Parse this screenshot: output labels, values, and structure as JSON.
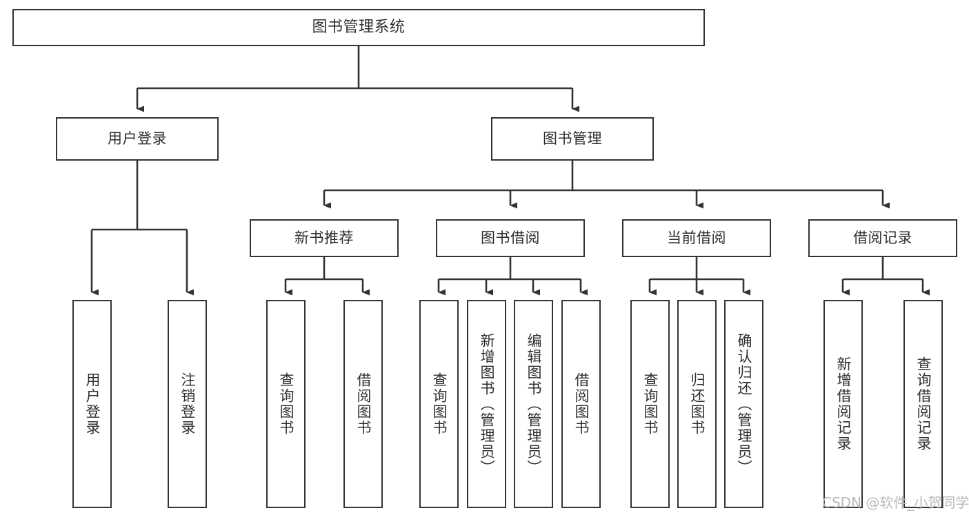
{
  "diagram": {
    "title": "图书管理系统",
    "type": "tree",
    "orientation": "top-down",
    "colors": {
      "node_border": "#333333",
      "node_fill": "#ffffff",
      "edge": "#333333",
      "text": "#2f2f2f",
      "watermark": "#b9b9b9",
      "background": "#ffffff"
    }
  },
  "watermark": {
    "text": "CSDN @软件_小贺同学"
  },
  "nodes": {
    "root": {
      "label": "图书管理系统",
      "level": 0
    },
    "level1": [
      {
        "id": "user-login",
        "label": "用户登录"
      },
      {
        "id": "book-manage",
        "label": "图书管理"
      }
    ],
    "level2": [
      {
        "id": "new-book-recommend",
        "label": "新书推荐"
      },
      {
        "id": "book-borrow",
        "label": "图书借阅"
      },
      {
        "id": "current-borrow",
        "label": "当前借阅"
      },
      {
        "id": "borrow-record",
        "label": "借阅记录"
      }
    ],
    "leaves": {
      "user-login": [
        {
          "id": "leaf-user-login",
          "label": "用户登录"
        },
        {
          "id": "leaf-logout-login",
          "label": "注销登录"
        }
      ],
      "new-book-recommend": [
        {
          "id": "leaf-query-book-1",
          "label": "查询图书"
        },
        {
          "id": "leaf-borrow-book-1",
          "label": "借阅图书"
        }
      ],
      "book-borrow": [
        {
          "id": "leaf-query-book-2",
          "label": "查询图书"
        },
        {
          "id": "leaf-add-book",
          "label": "新增图书（管理员）"
        },
        {
          "id": "leaf-edit-book",
          "label": "编辑图书（管理员）"
        },
        {
          "id": "leaf-borrow-book-2",
          "label": "借阅图书"
        }
      ],
      "current-borrow": [
        {
          "id": "leaf-query-book-3",
          "label": "查询图书"
        },
        {
          "id": "leaf-return-book",
          "label": "归还图书"
        },
        {
          "id": "leaf-confirm-return",
          "label": "确认归还（管理员）"
        }
      ],
      "borrow-record": [
        {
          "id": "leaf-add-record",
          "label": "新增借阅记录"
        },
        {
          "id": "leaf-query-record",
          "label": "查询借阅记录"
        }
      ]
    }
  }
}
